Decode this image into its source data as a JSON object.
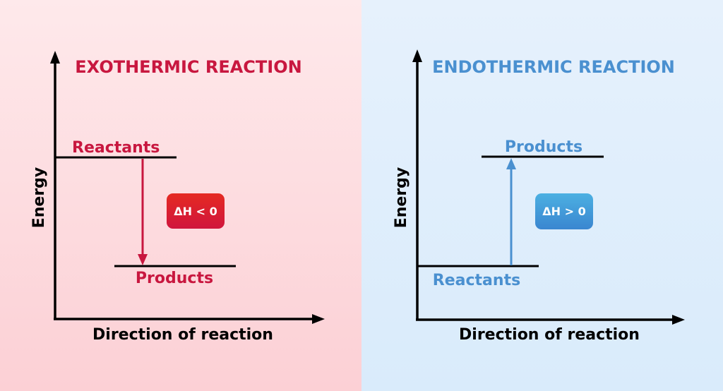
{
  "exothermic": {
    "title": "EXOTHERMIC REACTION",
    "y_label": "Energy",
    "x_label": "Direction of reaction",
    "upper_level": "Reactants",
    "lower_level": "Products",
    "delta": "ΔH < 0",
    "color": "#c8173f"
  },
  "endothermic": {
    "title": "ENDOTHERMIC REACTION",
    "y_label": "Energy",
    "x_label": "Direction of reaction",
    "upper_level": "Products",
    "lower_level": "Reactants",
    "delta": "ΔH > 0",
    "color": "#4a90d0"
  }
}
